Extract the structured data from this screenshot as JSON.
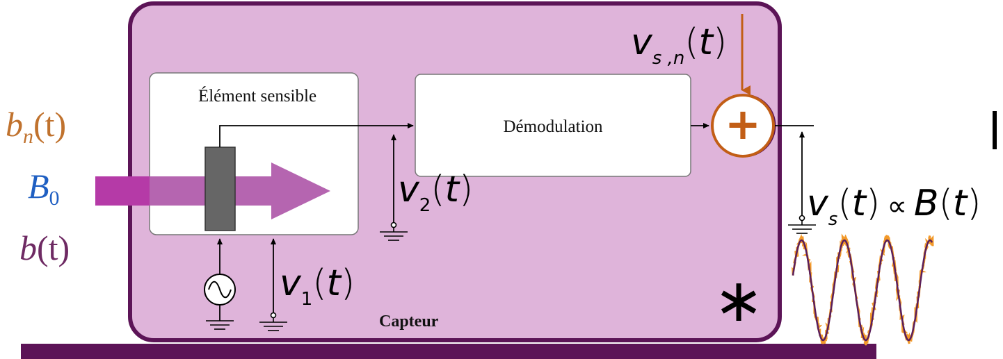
{
  "inputs": {
    "noise": {
      "base": "b",
      "sub": "n",
      "arg": "(t)",
      "color": "#c0722e"
    },
    "static": {
      "base": "B",
      "sub": "0",
      "color": "#1f5fc2"
    },
    "signal": {
      "base": "b",
      "arg": "(t)",
      "color": "#6e2a63"
    }
  },
  "capteur": {
    "label": "Capteur",
    "fill": "#dfb4da",
    "border": "#5c1457"
  },
  "blocks": {
    "sensing": {
      "label": "Élément sensible"
    },
    "demod": {
      "label": "Démodulation"
    }
  },
  "voltages": {
    "v1": {
      "base": "v",
      "sub": "1",
      "arg": "t"
    },
    "v2": {
      "base": "v",
      "sub": "2",
      "arg": "t"
    },
    "vsn": {
      "base": "v",
      "sub": "s ,n",
      "arg": "t"
    },
    "vs": {
      "base": "v",
      "sub": "s",
      "arg": "t",
      "relation": "∝",
      "rhs_base": "B",
      "rhs_arg": "t"
    }
  },
  "symbols": {
    "sum": "+",
    "asterisk": "∗",
    "sum_color": "#c25e16"
  },
  "colors": {
    "purple_arrow": "#b565b0",
    "bottom_bar": "#5c1457",
    "signal_wave": "#5a1f5c",
    "noise_wave": "#f39a2a"
  }
}
